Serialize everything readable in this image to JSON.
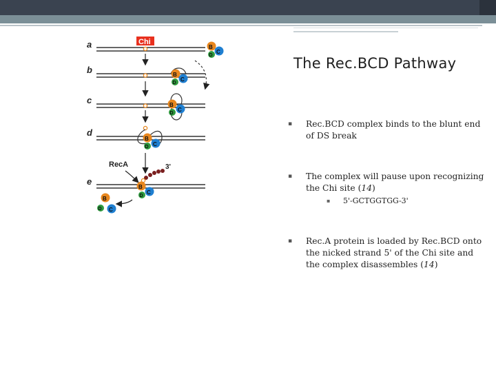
{
  "slide": {
    "title": "The Rec.BCD Pathway",
    "bullets": [
      {
        "text": "Rec.BCD complex binds to the blunt end of DS break"
      },
      {
        "text": "The complex will pause upon recognizing the Chi site (",
        "ref": "14",
        "tail": ")"
      },
      {
        "text": "Rec.A protein is loaded by Rec.BCD onto the nicked strand 5' of the Chi site and the complex disassembles (",
        "ref": "14",
        "tail": ")"
      }
    ],
    "sub_bullet": "5'-GCTGGTGG-3'"
  },
  "diagram": {
    "row_labels": [
      "a",
      "b",
      "c",
      "d",
      "e"
    ],
    "chi_label": "Chi",
    "reca_label": "RecA",
    "three_prime_label": "3'",
    "subunits": {
      "b": "B",
      "c": "C",
      "d": "D"
    },
    "colors": {
      "b": "#e8871e",
      "c": "#1f7fd1",
      "d": "#2e9a3e",
      "chi": "#e8301e",
      "reca": "#7a1f1f",
      "strand": "#333333"
    }
  }
}
